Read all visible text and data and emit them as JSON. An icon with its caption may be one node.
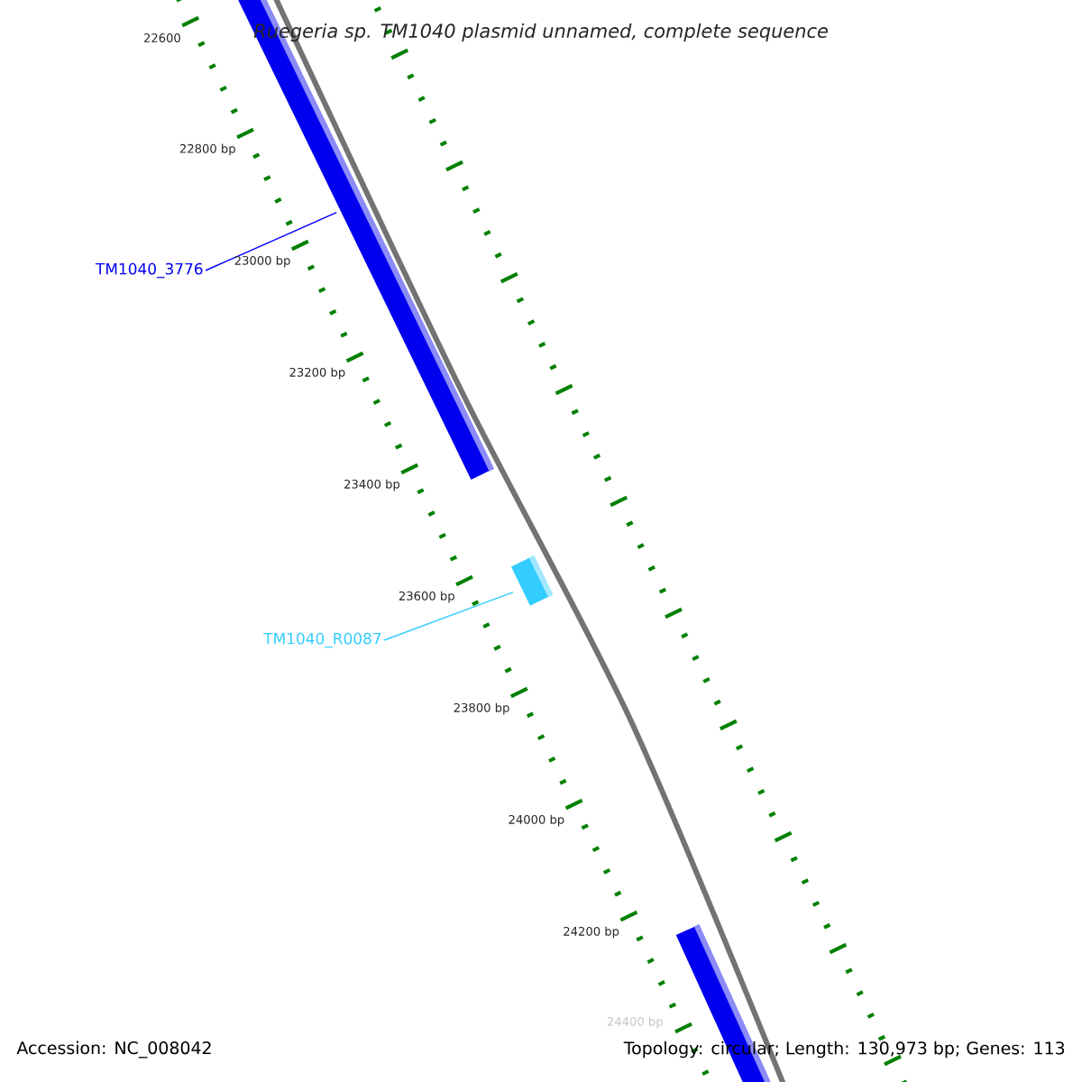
{
  "diagram": {
    "title": "Ruegeria sp. TM1040 plasmid unnamed, complete sequence",
    "nodes": [
      {
        "text": [
          "TM1040_3776"
        ]
      },
      {
        "text": [],
        "shape": "bar"
      },
      {
        "text": [
          "TM1040_R0087"
        ]
      },
      {
        "text": [],
        "shape": "bar"
      },
      {
        "text": [],
        "shape": "bar"
      }
    ],
    "edges": [
      {
        "from": 0,
        "to": 1,
        "arrow": "none",
        "color": "#0000ff"
      },
      {
        "from": 2,
        "to": 3,
        "arrow": "none",
        "color": "#33ccff"
      }
    ],
    "labels": [
      "22600",
      "22800 bp",
      "23000 bp",
      "23200 bp",
      "23400 bp",
      "23600 bp",
      "23800 bp",
      "24000 bp",
      "24200 bp",
      "24400 bp",
      "Accession: NC_008042",
      "Topology: circular; Length: 130,973 bp; Genes: 113"
    ]
  }
}
